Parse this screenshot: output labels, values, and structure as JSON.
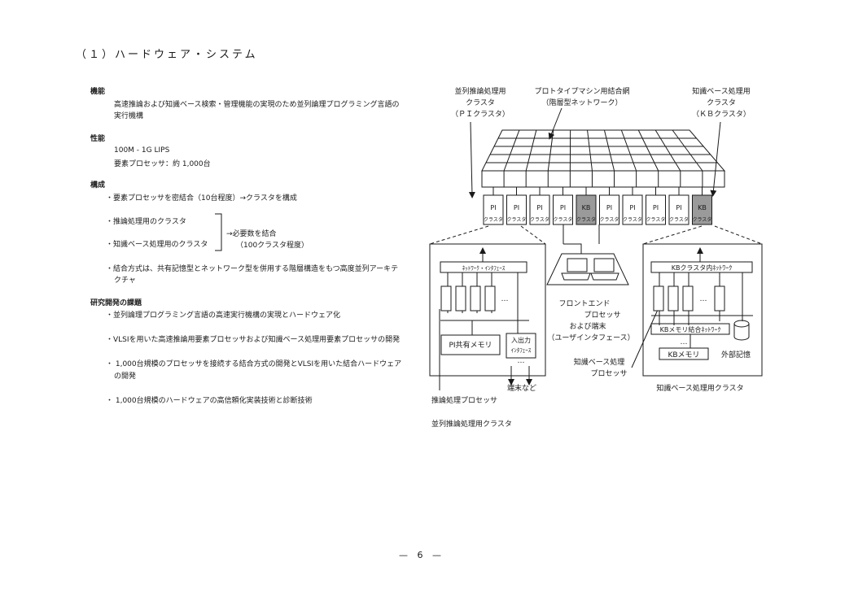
{
  "title": "（１）ハードウェア・システム",
  "sections": {
    "function": {
      "heading": "機能",
      "lines": [
        "高速推論および知識ベース検索・管理機能の実現のため並列論理プログラミング言語の",
        "実行機構"
      ]
    },
    "performance": {
      "heading": "性能",
      "lines": [
        "100M - 1G LIPS",
        "要素プロセッサ：約 1,000台"
      ]
    },
    "structure": {
      "heading": "構成",
      "item1": "・要素プロセッサを密結合（10台程度）→クラスタを構成",
      "item2a": "・推論処理用のクラスタ",
      "item2b": "・知識ベース処理用のクラスタ",
      "bracket1": "→必要数を結合",
      "bracket2": "（100クラスタ程度）",
      "item3": [
        "・結合方式は、共有記憶型とネットワーク型を併用する階層構造をもつ高度並列アーキテ",
        "クチャ"
      ]
    },
    "research": {
      "heading": "研究開発の課題",
      "items": [
        [
          "・並列論理プログラミング言語の高速実行機構の実現とハードウェア化"
        ],
        [
          "・VLSIを用いた高速推論用要素プロセッサおよび知識ベース処理用要素プロセッサの開発"
        ],
        [
          "・ 1,000台規模のプロセッサを接続する結合方式の開発とVLSIを用いた結合ハードウェア",
          "の開発"
        ],
        [
          "・ 1,000台規模のハードウェアの高信頼化実装技術と診断技術"
        ]
      ]
    }
  },
  "diagram": {
    "label_pi_top": [
      "並列推論処理用",
      "クラスタ",
      "（ＰＩクラスタ）"
    ],
    "label_net_top": [
      "プロトタイプマシン用結合網",
      "（階層型ネットワーク）"
    ],
    "label_kb_top": [
      "知識ベース処理用",
      "クラスタ",
      "（ＫＢクラスタ）"
    ],
    "unit_pi": "PI",
    "unit_kb": "KB",
    "unit_sub": "クラスタ",
    "pi_detail": {
      "interface": "ﾈｯﾄﾜｰｸ・ｲﾝﾀﾌｪｰｽ",
      "dots": "…",
      "shared_memory": "PI共有メモリ",
      "io_1": "入出力",
      "io_2": "ｲﾝﾀﾌｪｰｽ",
      "terminals": "端末など"
    },
    "frontend": [
      "フロントエンド",
      "プロセッサ",
      "および端末",
      "（ユーザインタフェース）"
    ],
    "kb_processor": [
      "知識ベース処理",
      "プロセッサ"
    ],
    "kb_detail": {
      "network": "KBクラスタ内ﾈｯﾄﾜｰｸ",
      "dots": "…",
      "mem_network": "KBメモリ結合ﾈｯﾄﾜｰｸ",
      "kb_memory": "KBメモリ",
      "external": "外部記憶"
    },
    "bottom_pi_1": "推論処理プロセッサ",
    "bottom_pi_2": "並列推論処理用クラスタ",
    "bottom_kb": "知識ベース処理用クラスタ"
  },
  "page_number": "— 6 —"
}
